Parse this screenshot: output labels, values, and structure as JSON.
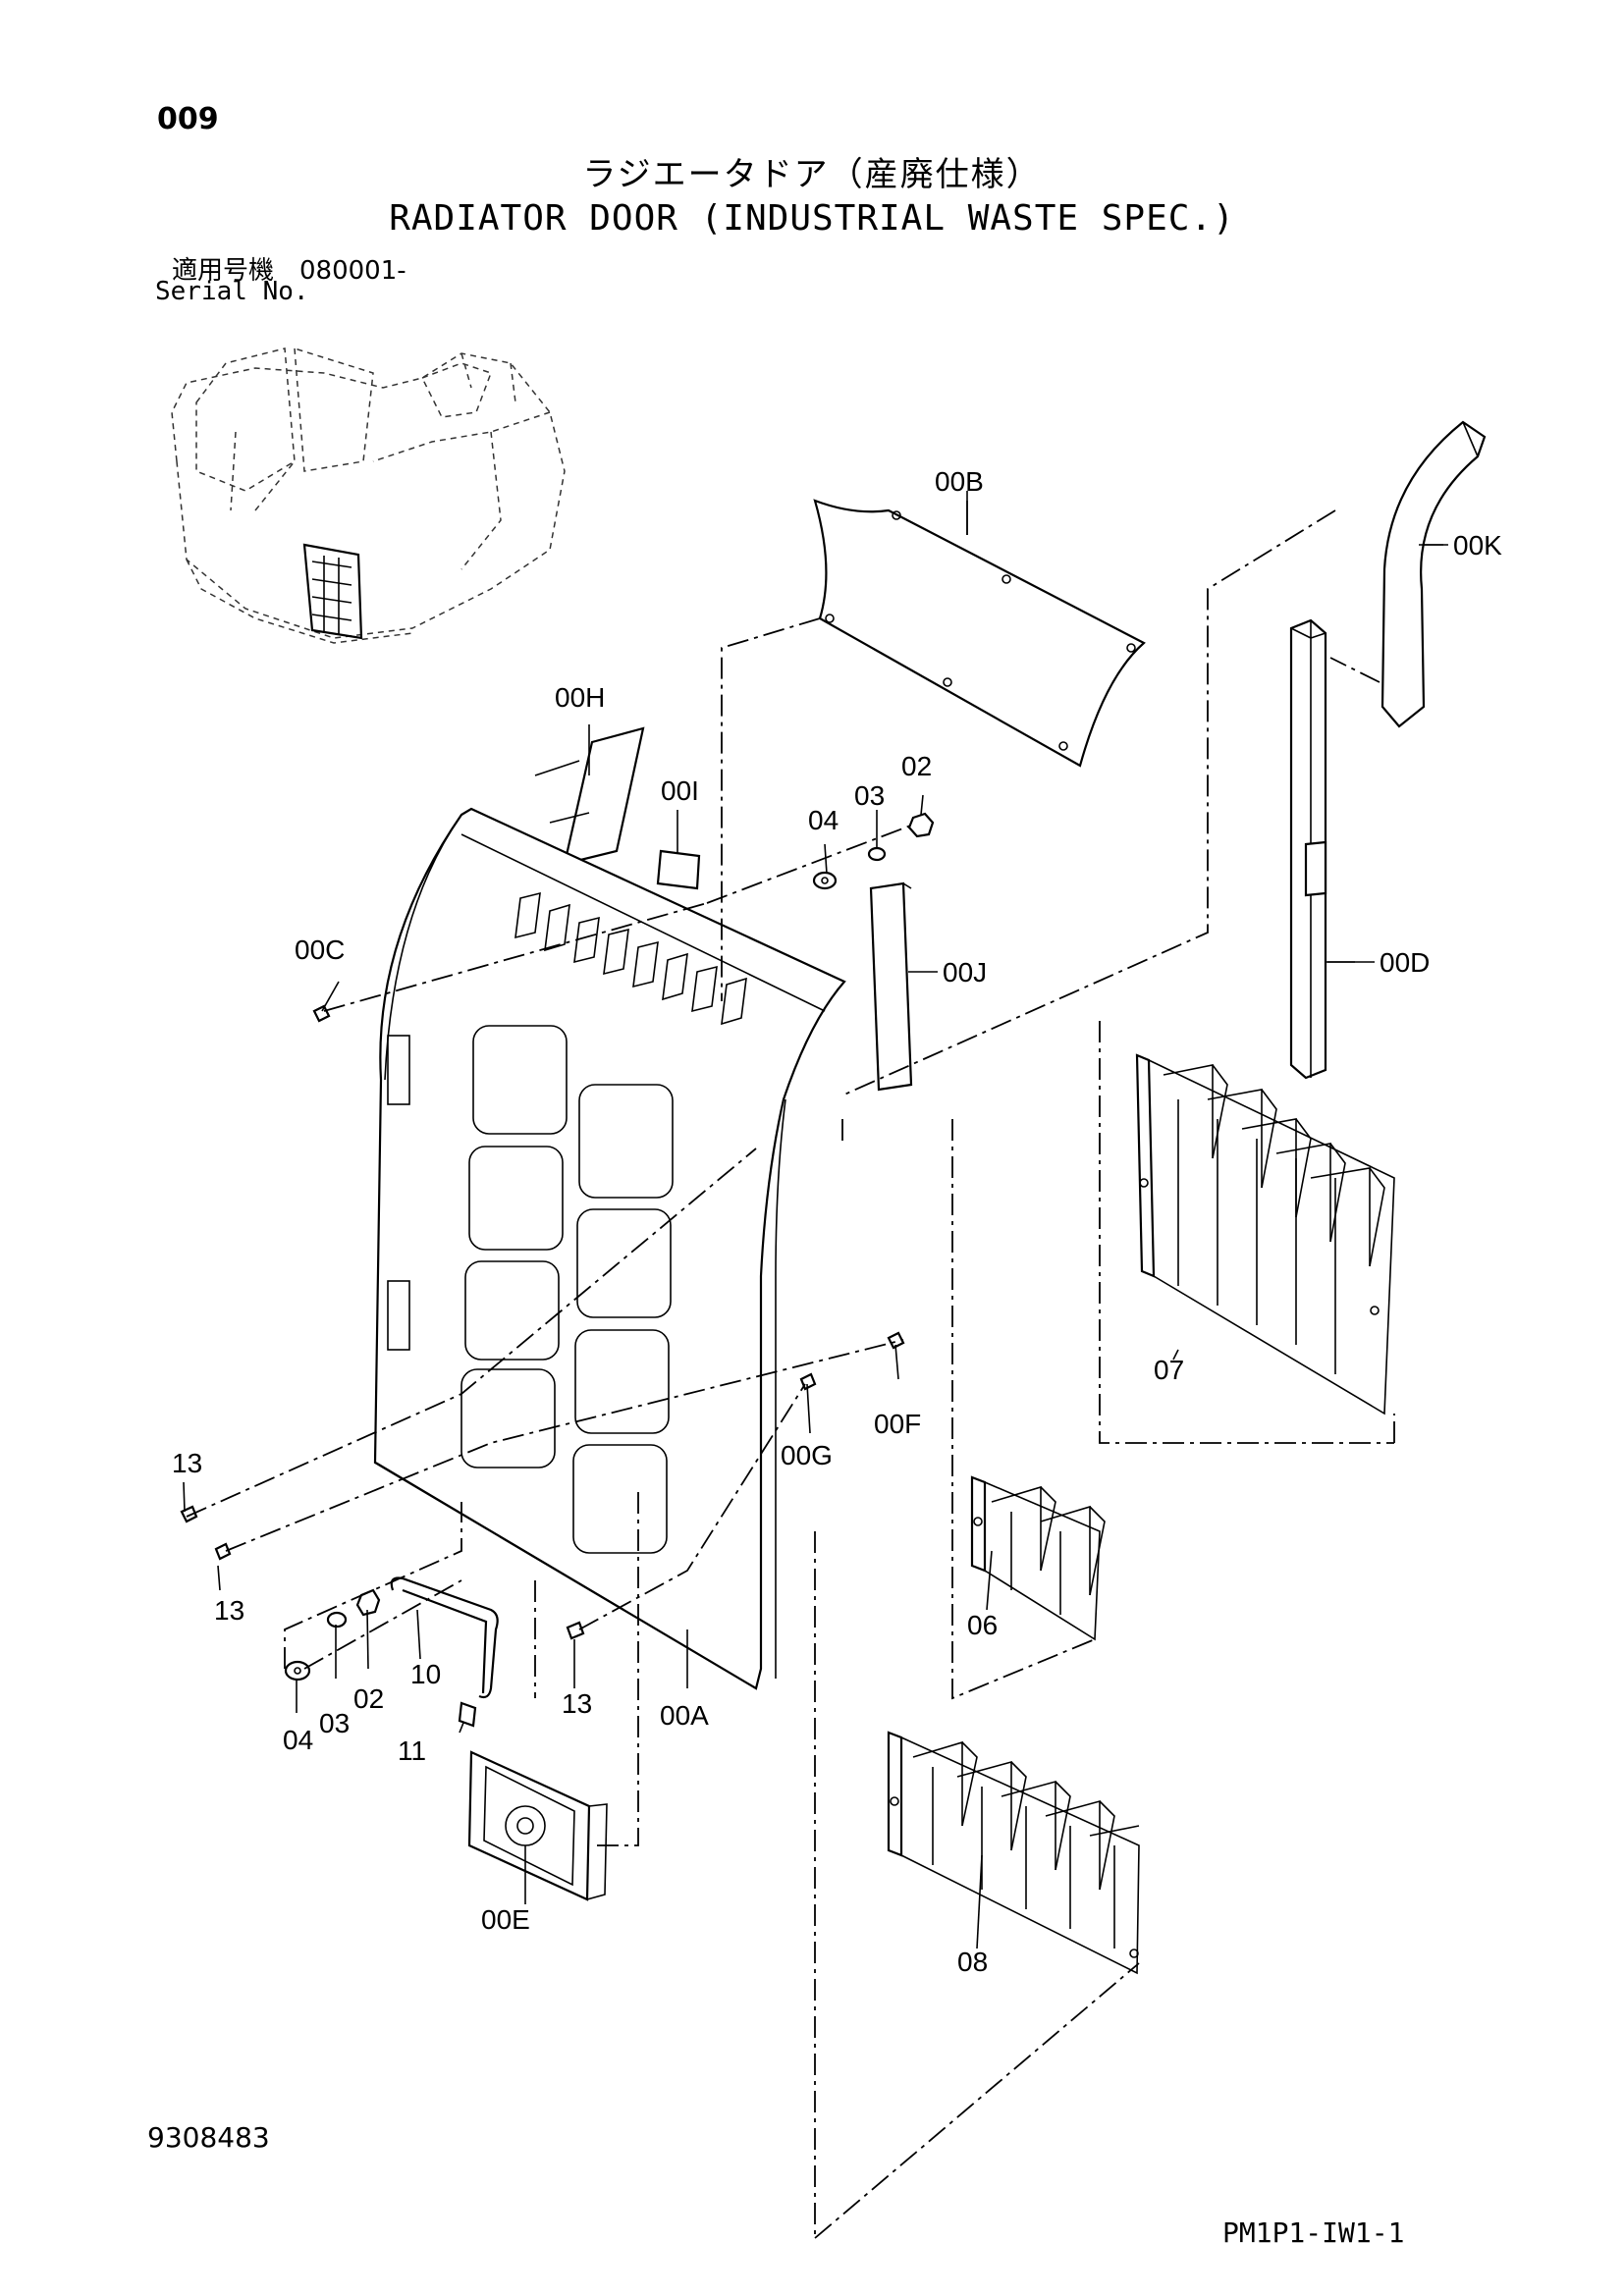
{
  "header": {
    "page_number": "009",
    "title_jp": "ラジエータドア（産廃仕様）",
    "title_en": "RADIATOR DOOR (INDUSTRIAL WASTE SPEC.)",
    "serial_jp": "適用号機　080001-",
    "serial_en": "Serial No."
  },
  "footer": {
    "document_number": "9308483",
    "reference_code": "PM1P1-IW1-1"
  },
  "callouts": {
    "c00A": "00A",
    "c00B": "00B",
    "c00C": "00C",
    "c00D": "00D",
    "c00E": "00E",
    "c00F": "00F",
    "c00G": "00G",
    "c00H": "00H",
    "c00I": "00I",
    "c00J": "00J",
    "c00K": "00K",
    "c02a": "02",
    "c02b": "02",
    "c03a": "03",
    "c03b": "03",
    "c04a": "04",
    "c04b": "04",
    "c06": "06",
    "c07": "07",
    "c08": "08",
    "c10": "10",
    "c11": "11",
    "c13a": "13",
    "c13b": "13",
    "c13c": "13"
  }
}
